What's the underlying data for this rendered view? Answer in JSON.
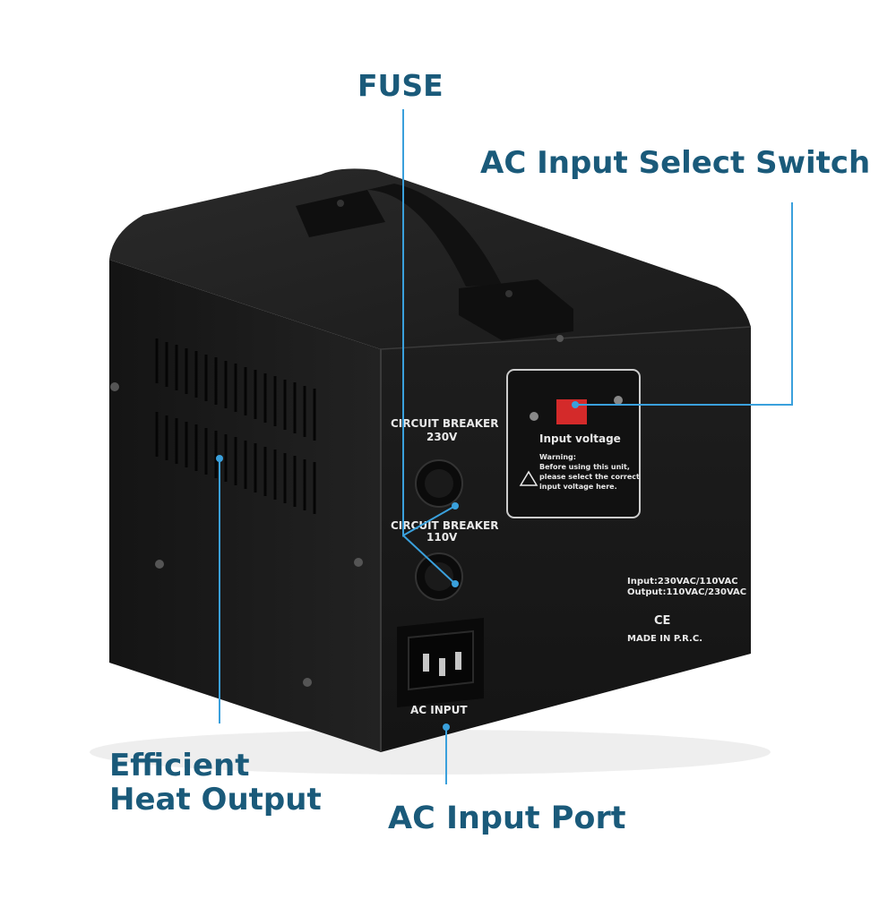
{
  "callouts": {
    "fuse": "FUSE",
    "ac_input_select_switch": "AC Input Select Switch",
    "efficient_heat_output_line1": "Efficient",
    "efficient_heat_output_line2": "Heat Output",
    "ac_input_port": "AC Input Port"
  },
  "device_panel": {
    "circuit_breaker_230_line1": "CIRCUIT BREAKER",
    "circuit_breaker_230_line2": "230V",
    "circuit_breaker_110_line1": "CIRCUIT BREAKER",
    "circuit_breaker_110_line2": "110V",
    "ac_input_label": "AC INPUT",
    "input_output_spec_line1": "Input:230VAC/110VAC",
    "input_output_spec_line2": "Output:110VAC/230VAC",
    "ce_mark": "CE",
    "made_in": "MADE IN P.R.C.",
    "switch_plate_title": "Input voltage",
    "warning_line1": "Warning:",
    "warning_line2": "Before using this unit,",
    "warning_line3": "please select the correct",
    "warning_line4": "input voltage here."
  },
  "colors": {
    "callout_text": "#1a5a7a",
    "callout_line": "#3aa0dc",
    "device_body": "#1d1d1d",
    "switch_red": "#d42a2a"
  }
}
